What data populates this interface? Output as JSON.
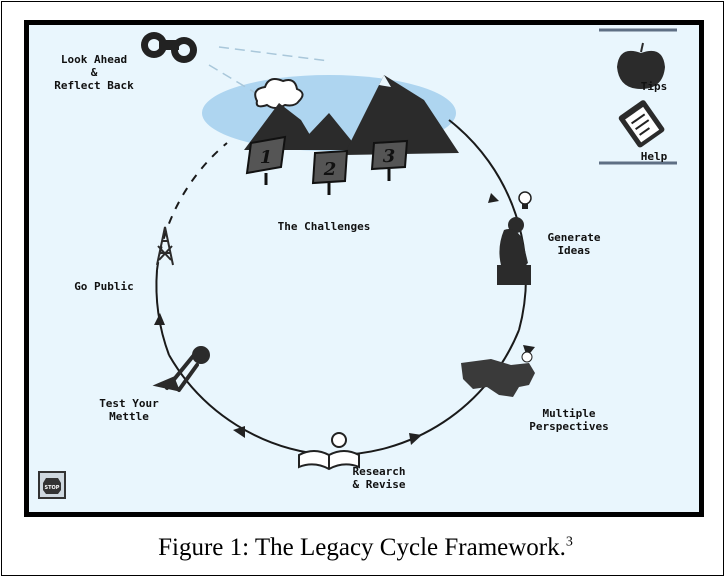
{
  "labels": {
    "look_ahead": "Look Ahead\n&\nReflect Back",
    "challenges": "The Challenges",
    "generate": "Generate\nIdeas",
    "multiple": "Multiple\nPerspectives",
    "research": "Research\n& Revise",
    "test": "Test Your\nMettle",
    "go_public": "Go Public",
    "tips": "Tips",
    "help": "Help"
  },
  "signs": [
    "1",
    "2",
    "3"
  ],
  "stop_label": "STOP",
  "caption": {
    "text": "Figure 1:  The Legacy Cycle Framework.",
    "sup": "3"
  },
  "colors": {
    "background": "#e9f6fd",
    "oval": "#aed5f0",
    "mountain": "#2b2b2b"
  }
}
